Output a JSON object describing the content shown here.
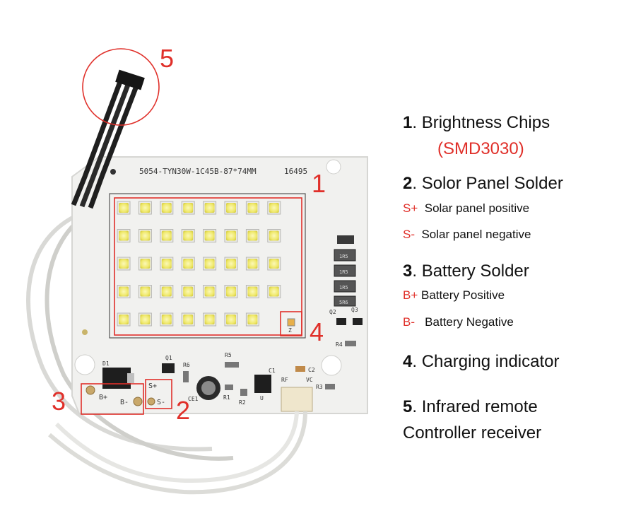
{
  "pcb": {
    "model_text": "5054-TYN30W-1C45B-87*74MM",
    "serial": "16495",
    "labels": {
      "d1": "D1",
      "q1": "Q1",
      "r6": "R6",
      "r5": "R5",
      "c1": "C1",
      "c2": "C2",
      "rf": "RF",
      "vc": "VC",
      "r3": "R3",
      "r4": "R4",
      "q2": "Q2",
      "q3": "Q3",
      "ce1": "CE1",
      "r1": "R1",
      "r2": "R2",
      "u": "U",
      "b_plus": "B+",
      "b_minus": "B-",
      "s_plus": "S+",
      "s_minus": "S-",
      "res1": "1R5",
      "res2": "1R5",
      "res3": "1R5",
      "res4": "5R6",
      "z": "Z"
    },
    "chip_grid": {
      "rows": 5,
      "cols": 8,
      "missing": [
        [
          4,
          7
        ]
      ]
    }
  },
  "callouts": {
    "n1": "1",
    "n2": "2",
    "n3": "3",
    "n4": "4",
    "n5": "5"
  },
  "legend": {
    "item1": {
      "num": "1",
      "title": ". Brightness Chips",
      "sub": "(SMD3030)"
    },
    "item2": {
      "num": "2",
      "title": ". Solor Panel Solder",
      "pos_code": "S+",
      "pos_text": "Solar panel positive",
      "neg_code": "S-",
      "neg_text": "Solar panel negative"
    },
    "item3": {
      "num": "3",
      "title": ". Battery Solder",
      "pos_code": "B+",
      "pos_text": "Battery Positive",
      "neg_code": "B-",
      "neg_text": "Battery Negative"
    },
    "item4": {
      "num": "4",
      "title": ". Charging indicator"
    },
    "item5": {
      "num": "5",
      "title": ". Infrared remote",
      "line2": "Controller receiver"
    }
  },
  "colors": {
    "accent": "#e0302a",
    "pcb": "#f1f1ef",
    "chip": "#f4f07a"
  }
}
